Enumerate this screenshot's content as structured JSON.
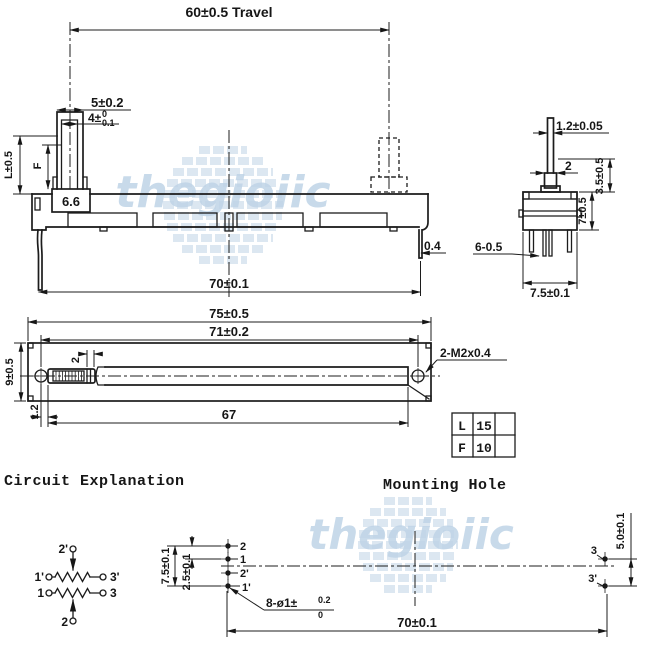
{
  "watermark": {
    "text": "thegioiic"
  },
  "side_view": {
    "travel": "60±0.5 Travel",
    "shaft_outer": "5±0.2",
    "shaft_inner_main": "4±",
    "shaft_inner_sup": "0",
    "shaft_inner_sub": "0.1",
    "height_l": "L±0.5",
    "height_f": "F",
    "base_width": "6.6",
    "foot_thickness": "0.4",
    "pin_span": "70±0.1"
  },
  "end_view": {
    "lever_thickness": "1.2±0.05",
    "lever_width": "2",
    "lever_height": "3.5±0.5",
    "body_height": "7±0.5",
    "pin_note": "6-0.5",
    "body_width": "7.5±0.1"
  },
  "top_view": {
    "overall_length": "75±0.5",
    "hole_span": "71±0.2",
    "body_width": "9±0.5",
    "knob_width": "2",
    "knob_offset": "1.2",
    "slot_length": "67",
    "thread_note": "2-M2x0.4"
  },
  "spec_table": {
    "l_label": "L",
    "l_value": "15",
    "f_label": "F",
    "f_value": "10"
  },
  "sections": {
    "circuit_title": "Circuit Explanation",
    "mounting_title": "Mounting Hole"
  },
  "circuit": {
    "top_wiper": "2'",
    "top_left": "1'",
    "top_right": "3'",
    "bottom_left": "1",
    "bottom_right": "3",
    "bottom_wiper": "2"
  },
  "mounting_hole": {
    "pin_2": "2",
    "pin_1": "1",
    "pin_2p": "2'",
    "pin_1p": "1'",
    "pin_3": "3",
    "pin_3p": "3'",
    "row_span": "7.5±0.1",
    "pin_pitch": "2.5±0.1",
    "hole_note_main": "8-ø1±",
    "hole_note_sup": "0.2",
    "hole_note_sub": "0",
    "length": "70±0.1",
    "gang_span": "5.0±0.1"
  }
}
